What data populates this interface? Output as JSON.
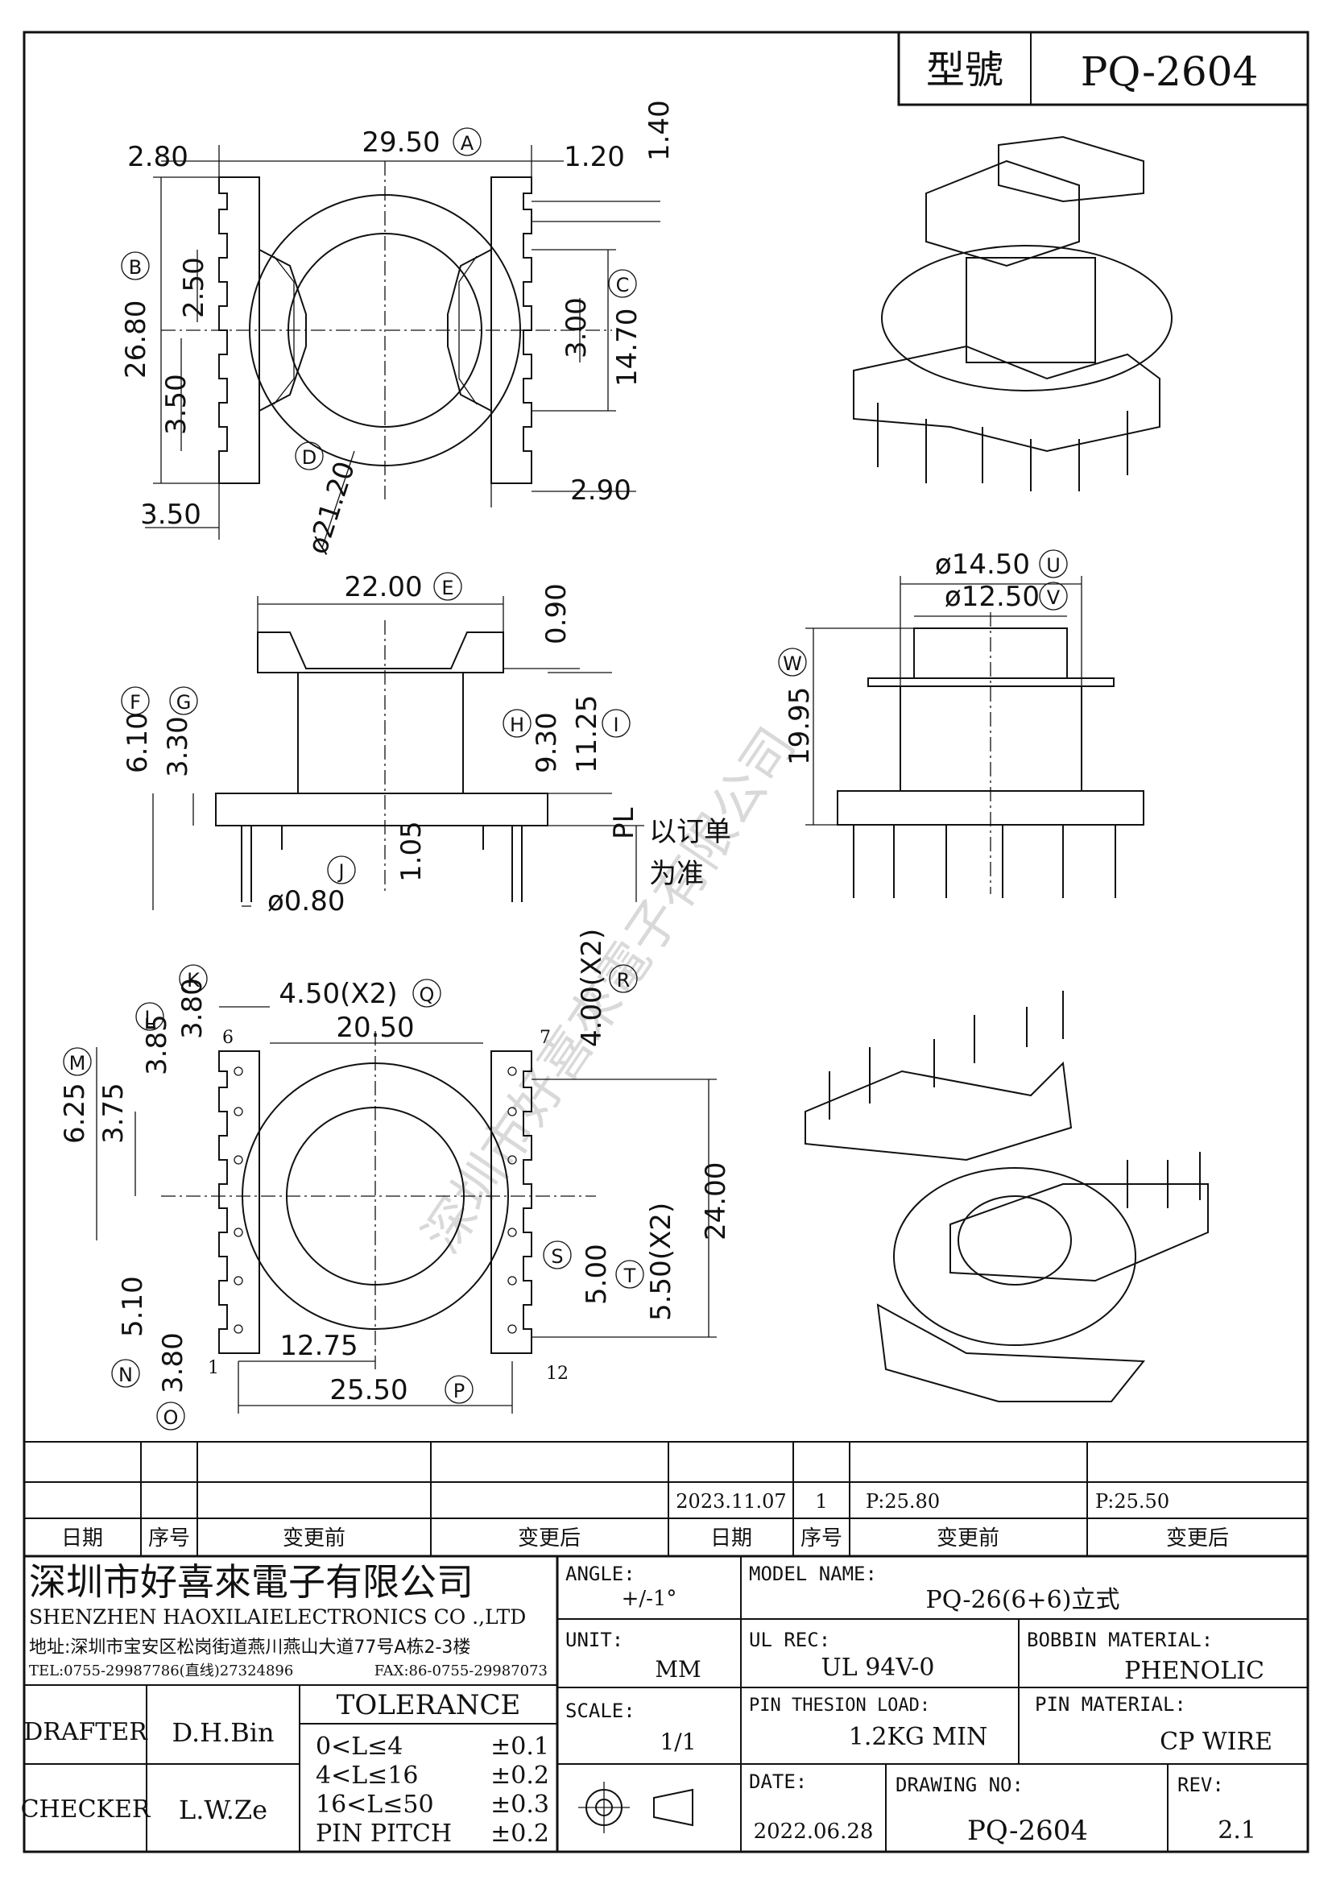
{
  "header": {
    "model_label": "型號",
    "model_value": "PQ-2604"
  },
  "top_view": {
    "dims": {
      "a": "29.50",
      "a_tag": "A",
      "b": "26.80",
      "b_tag": "B",
      "c": "14.70",
      "c_tag": "C",
      "d": "ø21.20",
      "d_tag": "D",
      "left_top": "2.80",
      "right_top": "1.20",
      "far_right": "1.40",
      "slot_h": "2.50",
      "slot_gap": "3.00",
      "low_gap": "3.50",
      "bottom_left": "3.50",
      "bottom_right": "2.90"
    }
  },
  "front_view": {
    "dims": {
      "e": "22.00",
      "e_tag": "E",
      "f": "6.10",
      "f_tag": "F",
      "g": "3.30",
      "g_tag": "G",
      "h": "9.30",
      "h_tag": "H",
      "i": "11.25",
      "i_tag": "I",
      "j": "ø0.80",
      "j_tag": "J",
      "top_small": "0.90",
      "flange": "1.05",
      "pl_label": "PL",
      "pl_note_1": "以订单",
      "pl_note_2": "为准"
    }
  },
  "side_view": {
    "dims": {
      "u": "ø14.50",
      "u_tag": "U",
      "v": "ø12.50",
      "v_tag": "V",
      "w": "19.95",
      "w_tag": "W"
    }
  },
  "bottom_view": {
    "dims": {
      "k": "3.80",
      "k_tag": "K",
      "l": "3.85",
      "l_tag": "L",
      "m": "6.25",
      "m_tag": "M",
      "m2": "3.75",
      "n": "5.10",
      "n_tag": "N",
      "o": "3.80",
      "o_tag": "O",
      "p": "25.50",
      "p_tag": "P",
      "q": "4.50(X2)",
      "q_tag": "Q",
      "r": "4.00(X2)",
      "r_tag": "R",
      "s": "5.00",
      "s_tag": "S",
      "t": "5.50(X2)",
      "t_tag": "T",
      "inner": "20.50",
      "half": "12.75",
      "height": "24.00"
    },
    "pins": {
      "p6": "6",
      "p7": "7",
      "p1": "1",
      "p12": "12"
    }
  },
  "watermark": "深圳市好喜來電子有限公司",
  "revision": {
    "row_date": "2023.11.07",
    "row_seq": "1",
    "row_before": "P:25.80",
    "row_after": "P:25.50",
    "col_date": "日期",
    "col_seq": "序号",
    "col_before": "变更前",
    "col_after": "变更后"
  },
  "company": {
    "name_cn": "深圳市好喜來電子有限公司",
    "name_en": "SHENZHEN HAOXILAIELECTRONICS CO .,LTD",
    "address": "地址:深圳市宝安区松岗街道燕川燕山大道77号A栋2-3楼",
    "tel": "TEL:0755-29987786(直线)27324896",
    "fax": "FAX:86-0755-29987073"
  },
  "title_block": {
    "angle_label": "ANGLE:",
    "angle_value": "+/-1°",
    "model_name_label": "MODEL NAME:",
    "model_name_value": "PQ-26(6+6)立式",
    "unit_label": "UNIT:",
    "unit_value": "MM",
    "ul_label": "UL REC:",
    "ul_value": "UL 94V-0",
    "bobbin_label": "BOBBIN MATERIAL:",
    "bobbin_value": "PHENOLIC",
    "scale_label": "SCALE:",
    "scale_value": "1/1",
    "pin_load_label": "PIN THESION LOAD:",
    "pin_load_value": "1.2KG MIN",
    "pin_mat_label": "PIN MATERIAL:",
    "pin_mat_value": "CP  WIRE",
    "date_label": "DATE:",
    "date_value": "2022.06.28",
    "drawing_no_label": "DRAWING NO:",
    "drawing_no_value": "PQ-2604",
    "rev_label": "REV:",
    "rev_value": "2.1",
    "drafter_label": "DRAFTER",
    "drafter_value": "D.H.Bin",
    "checker_label": "CHECKER",
    "checker_value": "L.W.Ze",
    "tolerance_label": "TOLERANCE",
    "tolerances": [
      {
        "range": "0<L≤4",
        "value": "±0.1"
      },
      {
        "range": "4<L≤16",
        "value": "±0.2"
      },
      {
        "range": "16<L≤50",
        "value": "±0.3"
      },
      {
        "range": "PIN PITCH",
        "value": "±0.2"
      }
    ]
  }
}
